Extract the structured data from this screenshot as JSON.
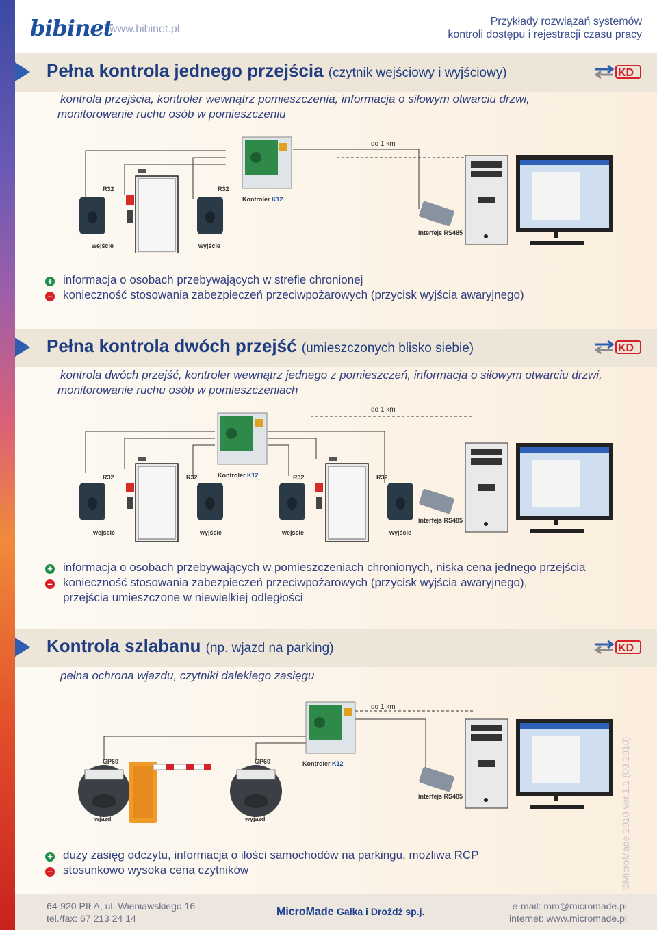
{
  "header": {
    "logo": "bibinet",
    "site": "www.bibinet.pl",
    "title_line1": "Przykłady rozwiązań systemów",
    "title_line2": "kontroli dostępu i rejestracji czasu pracy"
  },
  "sections": [
    {
      "title": "Pełna kontrola jednego przejścia",
      "subtitle": "(czytnik wejściowy i wyjściowy)",
      "desc_line1": "kontrola przejścia, kontroler wewnątrz pomieszczenia, informacja o siłowym otwarciu drzwi,",
      "desc_line2": "monitorowanie ruchu osób w pomieszczeniu",
      "diagram": {
        "distance": "do 1 km",
        "reader1": "R32",
        "reader2": "R32",
        "controller": "Kontroler",
        "controller_model": "K12",
        "interface": "interfejs RS485",
        "label_in": "wejście",
        "label_out": "wyjście"
      },
      "pro": "informacja o osobach przebywających w strefie chronionej",
      "con": "konieczność stosowania zabezpieczeń przeciwpożarowych (przycisk wyjścia awaryjnego)"
    },
    {
      "title": "Pełna kontrola dwóch przejść",
      "subtitle": "(umieszczonych blisko siebie)",
      "desc_line1": "kontrola dwóch przejść, kontroler wewnątrz jednego z pomieszczeń, informacja o siłowym otwarciu drzwi,",
      "desc_line2": "monitorowanie ruchu osób w pomieszczeniach",
      "diagram": {
        "distance": "do 1 km",
        "reader1": "R32",
        "reader2": "R32",
        "reader3": "R32",
        "reader4": "R32",
        "controller": "Kontroler",
        "controller_model": "K12",
        "interface": "interfejs RS485",
        "label1": "wejście",
        "label2": "wyjście",
        "label3": "wejście",
        "label4": "wyjście"
      },
      "pro": "informacja o osobach przebywających w pomieszczeniach chronionych, niska cena jednego przejścia",
      "con_line1": "konieczność stosowania zabezpieczeń przeciwpożarowych (przycisk wyjścia awaryjnego),",
      "con_line2": "przejścia umieszczone w niewielkiej odległości"
    },
    {
      "title": "Kontrola szlabanu",
      "subtitle": "(np. wjazd na parking)",
      "desc_line1": "pełna ochrona wjazdu, czytniki dalekiego zasięgu",
      "diagram": {
        "distance": "do 1 km",
        "reader1": "GP60",
        "reader2": "GP60",
        "controller": "Kontroler",
        "controller_model": "K12",
        "interface": "interfejs RS485",
        "label_in": "wjazd",
        "label_out": "wyjazd"
      },
      "pro": "duży zasięg odczytu, informacja o ilości samochodów na parkingu, możliwa RCP",
      "con": "stosunkowo wysoka cena czytników"
    }
  ],
  "footer": {
    "address": "64-920 PIŁA, ul. Wieniawskiego 16",
    "phone": "tel./fax: 67 213 24 14",
    "brand": "MicroMade",
    "company": "Gałka i Drożdż sp.j.",
    "email": "e-mail: mm@micromade.pl",
    "web": "internet: www.micromade.pl"
  },
  "copyright": "©MicroMade 2010 ver.1.1 (09.2010)",
  "colors": {
    "accent": "#2f5db0",
    "title": "#1f3d82",
    "pro": "#1f8e4a",
    "con": "#d6202a"
  },
  "icons": [
    "kd-logo-icon",
    "plus-icon",
    "minus-icon",
    "reader-icon",
    "door-icon",
    "controller-board-icon",
    "converter-icon",
    "pc-tower-icon",
    "monitor-icon",
    "barrier-icon"
  ]
}
